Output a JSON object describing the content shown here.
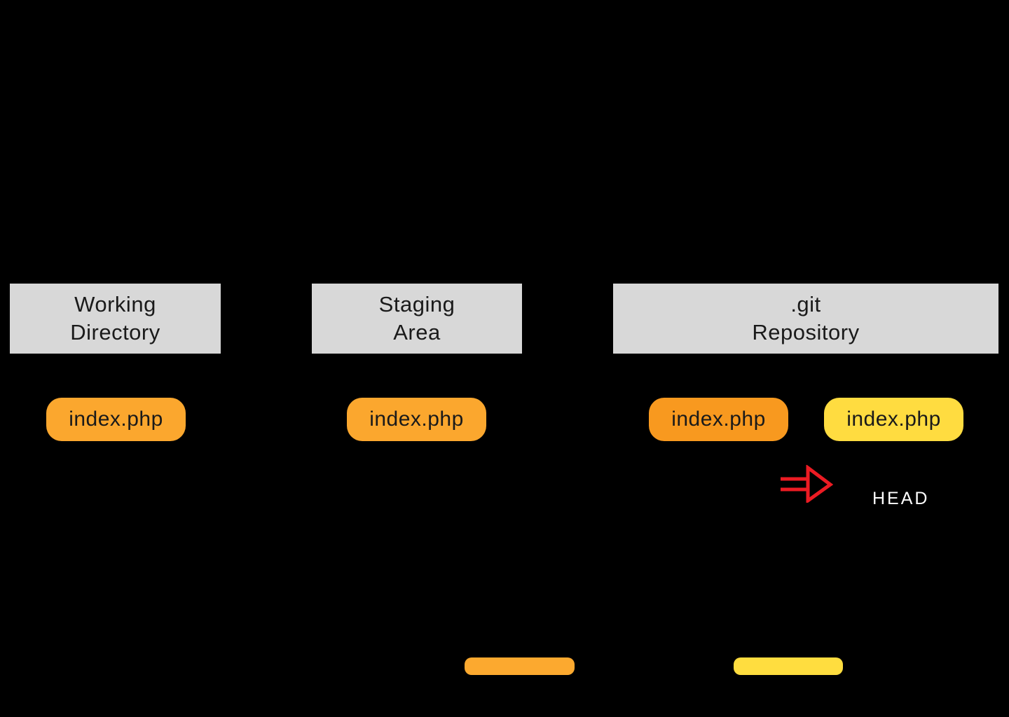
{
  "diagram": {
    "background": "#000000",
    "sections": {
      "working": {
        "title_line1": "Working",
        "title_line2": "Directory",
        "file_label": "index.php"
      },
      "staging": {
        "title_line1": "Staging",
        "title_line2": "Area",
        "file_label": "index.php"
      },
      "repository": {
        "title_line1": ".git",
        "title_line2": "Repository",
        "file_orange_label": "index.php",
        "file_yellow_label": "index.php"
      }
    },
    "head": {
      "label": "HEAD",
      "arrow_icon": "red-outline-right-arrow"
    },
    "colors": {
      "section_header_bg": "#D8D8D8",
      "text_dark": "#1A1A1A",
      "pill_orange": "#FBA72E",
      "pill_orange_deep": "#F8991F",
      "pill_yellow": "#FFDC40",
      "arrow_red": "#EC1B23",
      "head_text": "#FFFFFF",
      "legend_orange": "#FCA92F",
      "legend_yellow": "#FFDD3F"
    }
  }
}
